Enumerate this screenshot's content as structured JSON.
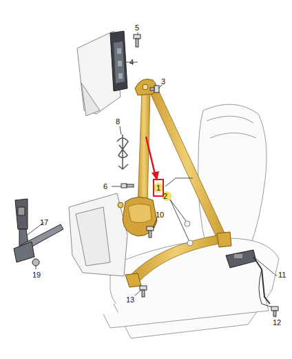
{
  "diagram": {
    "nodes": [
      {
        "text": [
          "1"
        ]
      }
    ],
    "labels": [
      "5",
      "4",
      "3",
      "8",
      "6",
      "2",
      "10",
      "17",
      "19",
      "13",
      "11",
      "12"
    ]
  }
}
